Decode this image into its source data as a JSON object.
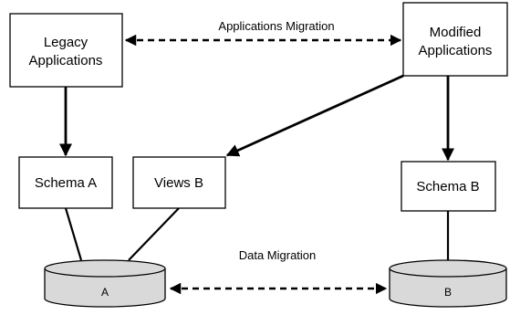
{
  "nodes": {
    "legacy_applications": {
      "lines": [
        "Legacy",
        "Applications"
      ]
    },
    "modified_applications": {
      "lines": [
        "Modified",
        "Applications"
      ]
    },
    "schema_a": {
      "label": "Schema A"
    },
    "views_b": {
      "label": "Views B"
    },
    "schema_b": {
      "label": "Schema B"
    },
    "database_a": {
      "label": "A"
    },
    "database_b": {
      "label": "B"
    }
  },
  "edges": {
    "applications_migration": {
      "label": "Applications Migration",
      "style": "dashed",
      "direction": "bidirectional"
    },
    "data_migration": {
      "label": "Data Migration",
      "style": "dashed",
      "direction": "bidirectional"
    }
  },
  "colors": {
    "stroke": "#000000",
    "box_fill": "#ffffff",
    "database_fill": "#d9d9d9"
  }
}
